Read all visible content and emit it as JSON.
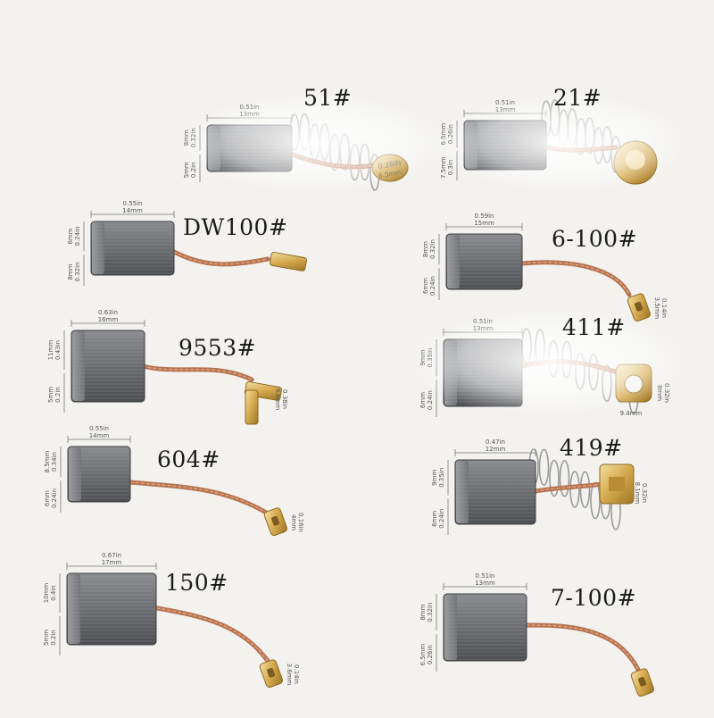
{
  "colors": {
    "background": "#f3f2ef",
    "carbon": "#6b6d70",
    "carbon_dark": "#4b4d50",
    "carbon_light": "#9a9c9f",
    "copper": "#b5724f",
    "brass": "#d4a84c",
    "spring": "#9a9a9a",
    "dim_text": "#555555"
  },
  "brushes": [
    {
      "id": "b51",
      "code": "51#",
      "terminal": "spring-cap",
      "cap_top": "0.26IN",
      "cap_bottom": "6.5mm",
      "width_in": "0.51in",
      "width_mm": "13mm",
      "h1_mm": "8mm",
      "h1_in": "0.32in",
      "h2_mm": "5mm",
      "h2_in": "0.2in"
    },
    {
      "id": "b21",
      "code": "21#",
      "terminal": "spring-dome",
      "width_in": "0.51in",
      "width_mm": "13mm",
      "h1_mm": "6.5mm",
      "h1_in": "0.26in",
      "h2_mm": "7.5mm",
      "h2_in": "0.3in"
    },
    {
      "id": "bdw100",
      "code": "DW100#",
      "terminal": "flat-lug",
      "width_in": "0.55in",
      "width_mm": "14mm",
      "h1_mm": "6mm",
      "h1_in": "0.24in",
      "h2_mm": "8mm",
      "h2_in": "0.32in"
    },
    {
      "id": "b6100",
      "code": "6-100#",
      "terminal": "small-lug",
      "width_in": "0.59in",
      "width_mm": "15mm",
      "h1_mm": "8mm",
      "h1_in": "0.32in",
      "h2_mm": "6mm",
      "h2_in": "0.24in",
      "t_in": "0.14in",
      "t_mm": "3.5mm"
    },
    {
      "id": "b9553",
      "code": "9553#",
      "terminal": "angled-lug",
      "width_in": "0.63in",
      "width_mm": "16mm",
      "h1_mm": "11mm",
      "h1_in": "0.43in",
      "h2_mm": "5mm",
      "h2_in": "0.2in",
      "t_in": "0.38in",
      "t_mm": "9.6mm"
    },
    {
      "id": "b411",
      "code": "411#",
      "terminal": "spring-ring",
      "width_in": "0.51in",
      "width_mm": "13mm",
      "h1_mm": "9mm",
      "h1_in": "0.35in",
      "h2_mm": "6mm",
      "h2_in": "0.24in",
      "t_in": "0.32in",
      "t_mm": "8mm",
      "ring_mm": "9.4mm"
    },
    {
      "id": "b604",
      "code": "604#",
      "terminal": "small-lug",
      "width_in": "0.55in",
      "width_mm": "14mm",
      "h1_mm": "8.5mm",
      "h1_in": "0.34in",
      "h2_mm": "6mm",
      "h2_in": "0.24in",
      "t_in": "0.16in",
      "t_mm": "4mm"
    },
    {
      "id": "b419",
      "code": "419#",
      "terminal": "spring-clip",
      "width_in": "0.47in",
      "width_mm": "12mm",
      "h1_mm": "9mm",
      "h1_in": "0.35in",
      "h2_mm": "6mm",
      "h2_in": "0.24in",
      "t_in": "0.32in",
      "t_mm": "8.1mm"
    },
    {
      "id": "b150",
      "code": "150#",
      "terminal": "small-lug",
      "width_in": "0.67in",
      "width_mm": "17mm",
      "h1_mm": "10mm",
      "h1_in": "0.4in",
      "h2_mm": "5mm",
      "h2_in": "0.2in",
      "t_in": "0.14in",
      "t_mm": "3.6mm"
    },
    {
      "id": "b7100",
      "code": "7-100#",
      "terminal": "small-lug",
      "width_in": "0.51in",
      "width_mm": "13mm",
      "h1_mm": "8mm",
      "h1_in": "0.32in",
      "h2_mm": "6.5mm",
      "h2_in": "0.26in"
    }
  ]
}
